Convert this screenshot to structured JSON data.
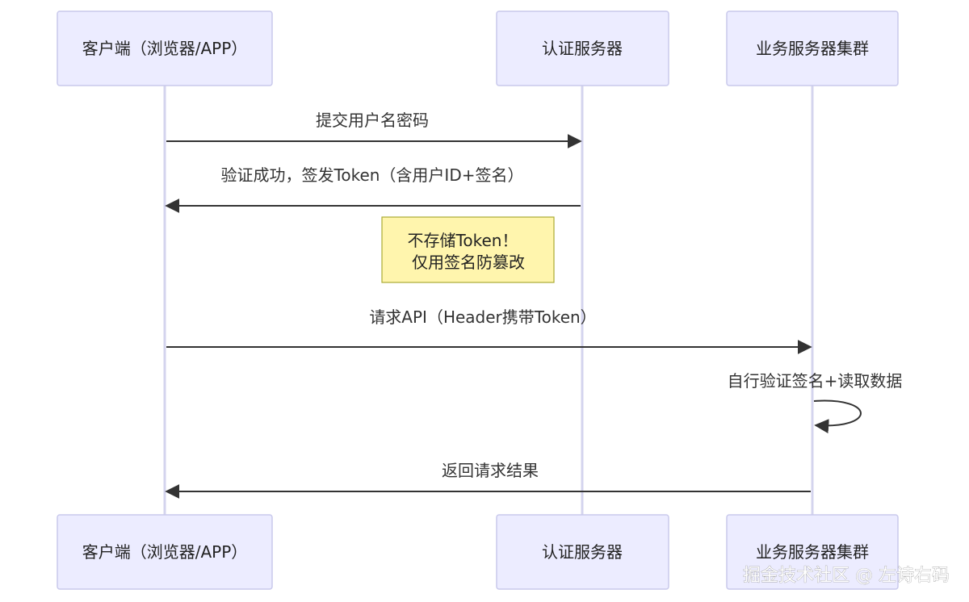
{
  "actors": [
    {
      "id": "client",
      "label": "客户端（浏览器/APP）"
    },
    {
      "id": "auth",
      "label": "认证服务器"
    },
    {
      "id": "biz",
      "label": "业务服务器集群"
    }
  ],
  "messages": [
    {
      "from": "client",
      "to": "auth",
      "label": "提交用户名密码"
    },
    {
      "from": "auth",
      "to": "client",
      "label": "验证成功，签发Token（含用户ID+签名）"
    },
    {
      "from": "client",
      "to": "biz",
      "label": "请求API（Header携带Token）"
    },
    {
      "from": "biz",
      "to": "biz",
      "label": "自行验证签名+读取数据"
    },
    {
      "from": "biz",
      "to": "client",
      "label": "返回请求结果"
    }
  ],
  "note": {
    "lines": [
      "不存储Token！",
      "仅用签名防篡改"
    ]
  },
  "watermark": "掘金技术社区 @ 左诗右码"
}
